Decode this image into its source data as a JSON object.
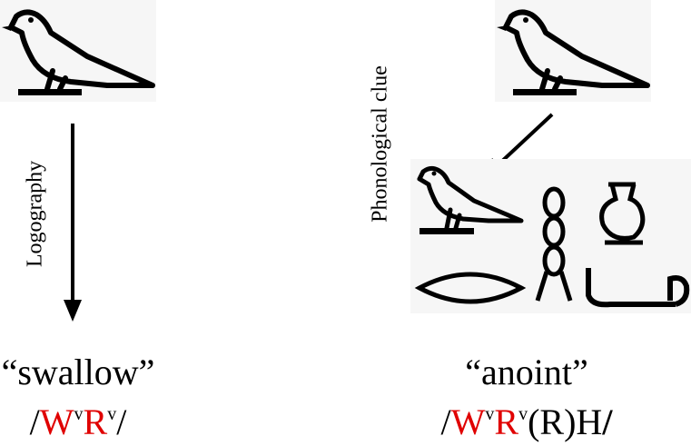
{
  "left": {
    "arrow_label": "Logography",
    "meaning": "“swallow”",
    "transliteration": {
      "open": "/",
      "w": "W",
      "w_sup": "v",
      "r": "R",
      "r_sup": "v",
      "close": "/"
    }
  },
  "right": {
    "arrow_label": "Phonological  clue",
    "meaning": "“anoint”",
    "transliteration": {
      "open": "/",
      "w": "W",
      "w_sup": "v",
      "r": "R",
      "r_sup": "v",
      "rest": "(R)H",
      "close": "/"
    }
  },
  "colors": {
    "highlight": "#e00000",
    "text": "#000000"
  },
  "icons": [
    "swallow-hieroglyph",
    "swallow-hieroglyph",
    "mouth-hieroglyph",
    "wick-hieroglyph",
    "jar-hieroglyph",
    "basket-handle-hieroglyph"
  ]
}
